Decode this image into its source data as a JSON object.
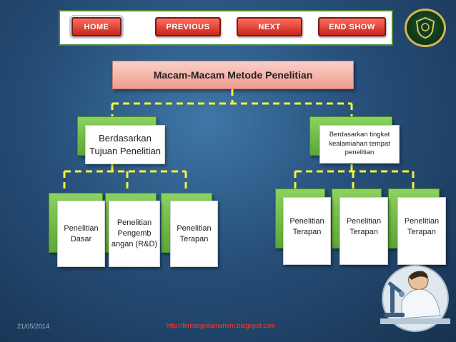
{
  "nav": {
    "home": "HOME",
    "previous": "PREVIOUS",
    "next": "NEXT",
    "end_show": "END SHOW"
  },
  "title": "Macam-Macam Metode Penelitian",
  "groups": [
    {
      "label": "Berdasarkan Tujuan Penelitian"
    },
    {
      "label": "Berdasarkan tingkat kealamiahan tempat penelitian"
    }
  ],
  "leaves": [
    {
      "label": "Penelitian Dasar"
    },
    {
      "label": "Penelitian Pengembangan (R&D)",
      "display": "Penelitian Pengemb angan (R&D)"
    },
    {
      "label": "Penelitian Terapan"
    },
    {
      "label": "Penelitian Terapan"
    },
    {
      "label": "Penelitian Terapan"
    },
    {
      "label": "Penelitian Terapan"
    }
  ],
  "footer": {
    "date": "21/05/2014",
    "url": "http://bintangnilamahenr.blogspot.com"
  },
  "colors": {
    "accent_red": "#d43323",
    "connector_yellow": "#f2f23c",
    "box_green": "#6cb843",
    "title_salmon": "#f4b2a6"
  },
  "icons": [
    "emblem-logo",
    "scientist-microscope-illustration"
  ]
}
